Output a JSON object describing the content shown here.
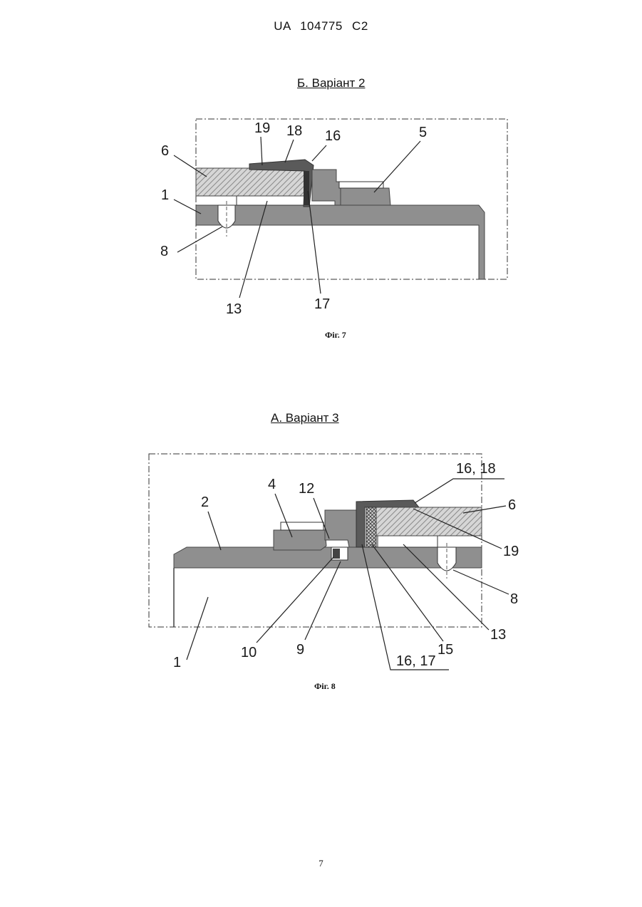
{
  "header": {
    "text": "UA   104775   C2"
  },
  "figure7": {
    "variant_title": "Б. Варіант 2",
    "caption": "Фіг. 7",
    "labels": {
      "l19": "19",
      "l18": "18",
      "l16": "16",
      "l5": "5",
      "l6": "6",
      "l1": "1",
      "l8": "8",
      "l13": "13",
      "l17": "17"
    }
  },
  "figure8": {
    "variant_title": "А. Варіант 3",
    "caption": "Фіг. 8",
    "labels": {
      "l16_18": "16, 18",
      "l4": "4",
      "l12": "12",
      "l2": "2",
      "l6": "6",
      "l19": "19",
      "l8": "8",
      "l13": "13",
      "l15": "15",
      "l16_17": "16, 17",
      "l9": "9",
      "l10": "10",
      "l1": "1"
    }
  },
  "footer": {
    "page_number": "7"
  }
}
